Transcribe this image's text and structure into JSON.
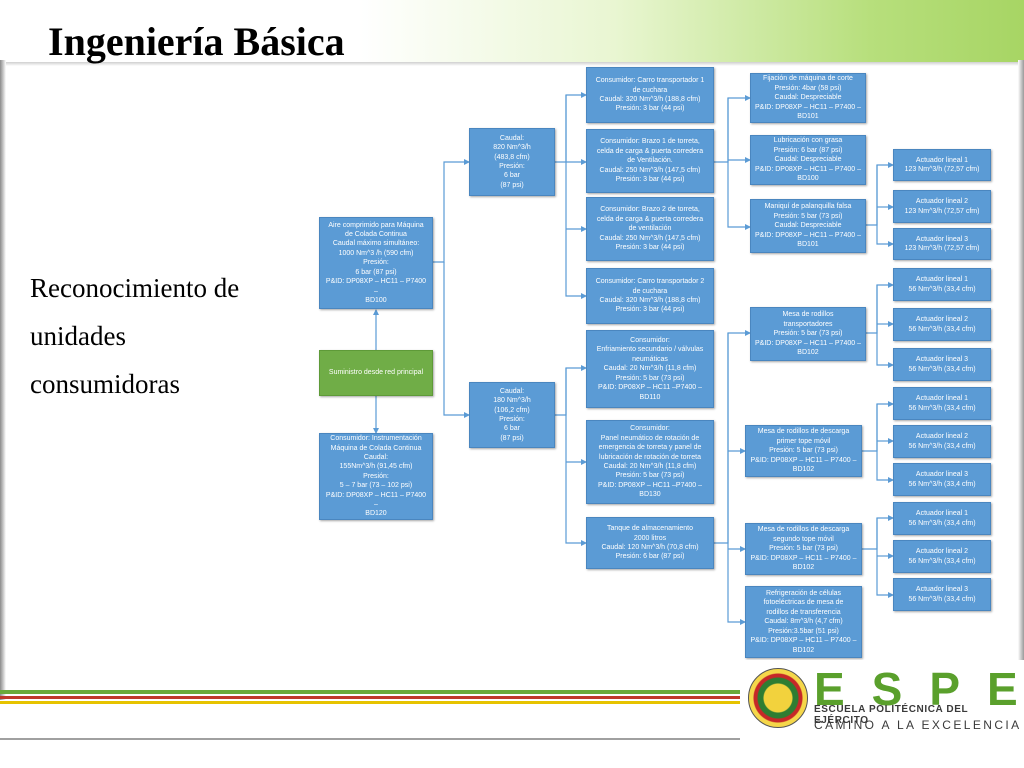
{
  "slide": {
    "title": "Ingeniería Básica",
    "subtitle_lines": [
      "Reconocimiento de",
      "unidades",
      "consumidoras"
    ]
  },
  "diagram": {
    "source": [
      "Suministro desde red principal"
    ],
    "main_consumer": [
      "Aire comprimido para Máquina",
      "de Colada Continua",
      "Caudal máximo simultáneo:",
      "1000 Nm^3 /h (590 cfm)",
      "Presión:",
      "6 bar (87 psi)",
      "P&ID: DP08XP – HC11 – P7400 –",
      "BD100"
    ],
    "instrumentation": [
      "Consumidor: Instrumentación",
      "Máquina de Colada Continua",
      "Caudal:",
      "155Nm^3/h  (91,45 cfm)",
      "Presión:",
      "5 – 7 bar (73 – 102 psi)",
      "P&ID: DP08XP – HC11 – P7400 –",
      "BD120"
    ],
    "branch_upper": [
      "Caudal:",
      "820 Nm^3/h",
      "(483,8 cfm)",
      "Presión:",
      "6 bar",
      "(87 psi)"
    ],
    "branch_lower": [
      "Caudal:",
      "180 Nm^3/h",
      "(106,2 cfm)",
      "Presión:",
      "6 bar",
      "(87 psi)"
    ],
    "carro1": [
      "Consumidor: Carro transportador 1",
      "de cuchara",
      "Caudal: 320 Nm^3/h (188,8 cfm)",
      "Presión: 3 bar (44 psi)"
    ],
    "brazo1": [
      "Consumidor: Brazo 1 de torreta,",
      "celda de carga & puerta corredera",
      "de Ventilación.",
      "Caudal: 250 Nm^3/h (147,5 cfm)",
      "Presión: 3 bar (44 psi)"
    ],
    "brazo2": [
      "Consumidor: Brazo 2 de torreta,",
      "celda de carga & puerta corredera",
      "de ventilación",
      "Caudal: 250 Nm^3/h (147,5 cfm)",
      "Presión: 3 bar (44 psi)"
    ],
    "carro2": [
      "Consumidor: Carro transportador 2",
      "de cuchara",
      "Caudal: 320 Nm^3/h (188,8 cfm)",
      "Presión: 3 bar (44 psi)"
    ],
    "enfriamiento": [
      "Consumidor:",
      "Enfriamiento secundario / válvulas",
      "neumáticas",
      "Caudal: 20 Nm^3/h (11,8 cfm)",
      "Presión: 5 bar (73 psi)",
      "P&ID: DP08XP – HC11 –P7400  –",
      "BD110"
    ],
    "panel": [
      "Consumidor:",
      "Panel neumático de rotación de",
      "emergencia de torreta y panel de",
      "lubricación de rotación de torreta",
      "Caudal: 20 Nm^3/h (11,8 cfm)",
      "Presión: 5 bar (73 psi)",
      "P&ID: DP08XP – HC11 –P7400  –",
      "BD130"
    ],
    "tanque": [
      "Tanque de almacenamiento",
      "2000 litros",
      "Caudal: 120 Nm^3/h (70,8 cfm)",
      "Presión: 6 bar (87 psi)"
    ],
    "fijacion": [
      "Fijación de máquina de corte",
      "Presión: 4bar (58 psi)",
      "Caudal: Despreciable",
      "P&ID: DP08XP – HC11 – P7400 –",
      "BD101"
    ],
    "lubricacion": [
      "Lubricación con grasa",
      "Presión: 6 bar (87 psi)",
      "Caudal: Despreciable",
      "P&ID: DP08XP – HC11 – P7400 –",
      "BD100"
    ],
    "maniqui": [
      "Maniquí de palanquilla falsa",
      "Presión: 5 bar (73 psi)",
      "Caudal: Despreciable",
      "P&ID: DP08XP – HC11 – P7400 –",
      "BD101"
    ],
    "mesa_transportadores": [
      "Mesa de rodillos",
      "transportadores",
      "Presión: 5 bar (73 psi)",
      "P&ID: DP08XP – HC11 – P7400 –",
      "BD102"
    ],
    "mesa_primer": [
      "Mesa de rodillos de descarga",
      "primer tope móvil",
      "Presión: 5 bar (73 psi)",
      "P&ID: DP08XP – HC11 – P7400 –",
      "BD102"
    ],
    "mesa_segundo": [
      "Mesa de rodillos de descarga",
      "segundo tope móvil",
      "Presión: 5 bar (73 psi)",
      "P&ID: DP08XP – HC11 – P7400 –",
      "BD102"
    ],
    "refrigeracion": [
      "Refrigeración de células",
      "fotoeléctricas de mesa de",
      "rodillos de transferencia",
      "Caudal: 8m^3/h (4,7 cfm)",
      "Presión:3.5bar (51 psi)",
      "P&ID: DP08XP – HC11 – P7400 –",
      "BD102"
    ],
    "act_g1_1": [
      "Actuador lineal 1",
      "123 Nm^3/h (72,57 cfm)"
    ],
    "act_g1_2": [
      "Actuador lineal  2",
      "123 Nm^3/h (72,57 cfm)"
    ],
    "act_g1_3": [
      "Actuador lineal  3",
      "123 Nm^3/h (72,57 cfm)"
    ],
    "act_g2_1": [
      "Actuador lineal  1",
      "56 Nm^3/h (33,4 cfm)"
    ],
    "act_g2_2": [
      "Actuador lineal  2",
      "56 Nm^3/h (33,4 cfm)"
    ],
    "act_g2_3": [
      "Actuador lineal  3",
      "56 Nm^3/h (33,4 cfm)"
    ],
    "act_g3_1": [
      "Actuador lineal  1",
      "56 Nm^3/h (33,4 cfm)"
    ],
    "act_g3_2": [
      "Actuador lineal  2",
      "56 Nm^3/h (33,4 cfm)"
    ],
    "act_g3_3": [
      "Actuador lineal  3",
      "56 Nm^3/h (33,4 cfm)"
    ],
    "act_g4_1": [
      "Actuador lineal 1",
      "56 Nm^3/h (33,4 cfm)"
    ],
    "act_g4_2": [
      "Actuador lineal  2",
      "56 Nm^3/h (33,4 cfm)"
    ],
    "act_g4_3": [
      "Actuador lineal  3",
      "56 Nm^3/h (33,4 cfm)"
    ]
  },
  "branding": {
    "espe": "ESPE",
    "escuela": "ESCUELA POLITÉCNICA DEL EJÉRCITO",
    "camino": "CAMINO A LA EXCELENCIA"
  },
  "colors": {
    "box_blue": "#5b9bd5",
    "box_green": "#70ad47",
    "connector": "#5b9bd5",
    "brand_green": "#5aa02c"
  }
}
